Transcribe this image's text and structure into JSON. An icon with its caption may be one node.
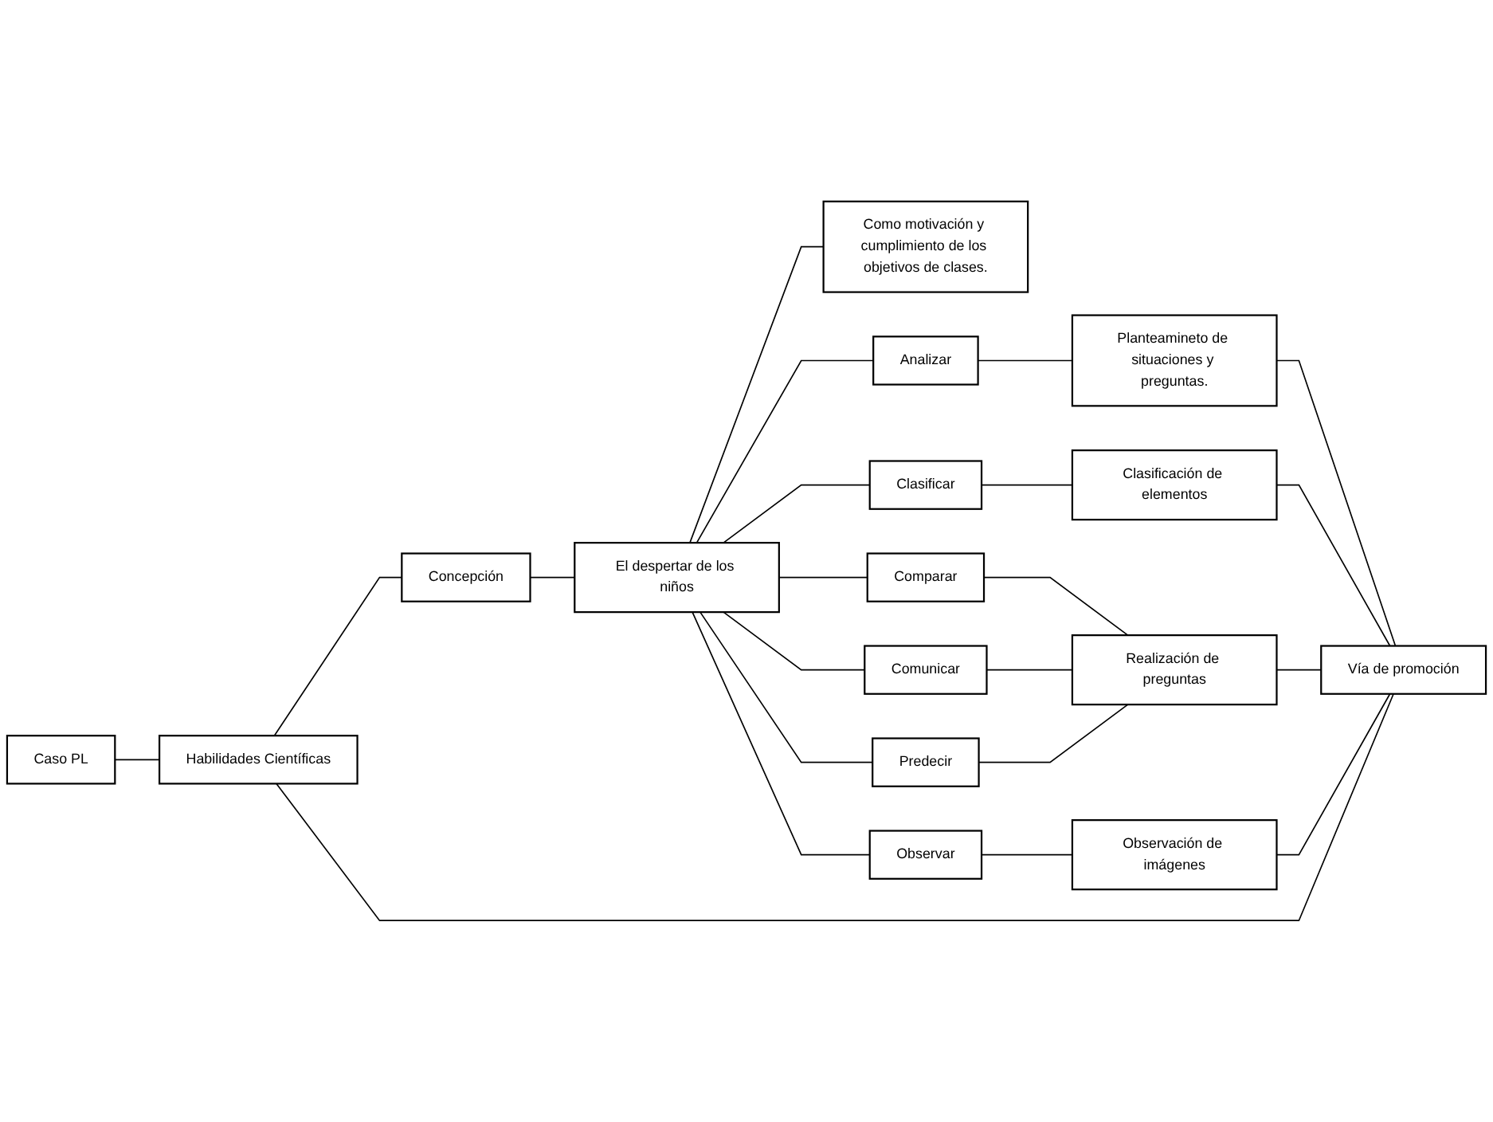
{
  "diagram": {
    "nodes": [
      {
        "text": [
          "Caso PL"
        ]
      },
      {
        "text": [
          "Habilidades Científicas"
        ]
      },
      {
        "text": [
          "Concepción"
        ]
      },
      {
        "text": [
          "Vía de promoción"
        ]
      },
      {
        "text": [
          "El despertar de los niños"
        ]
      },
      {
        "text": [
          "Como motivación y cumplimiento de los objetivos de clases."
        ]
      },
      {
        "text": [
          "Analizar"
        ]
      },
      {
        "text": [
          "Clasificar"
        ]
      },
      {
        "text": [
          "Comparar"
        ]
      },
      {
        "text": [
          "Comunicar"
        ]
      },
      {
        "text": [
          "Predecir"
        ]
      },
      {
        "text": [
          "Observar"
        ]
      },
      {
        "text": [
          "Planteamineto de situaciones y preguntas."
        ]
      },
      {
        "text": [
          "Clasificación de elementos"
        ]
      },
      {
        "text": [
          "Realización de preguntas"
        ]
      },
      {
        "text": [
          "Observación de imágenes"
        ]
      }
    ],
    "edges": [
      {
        "from": 0,
        "to": 1,
        "arrow": "none"
      },
      {
        "from": 1,
        "to": 2,
        "arrow": "none"
      },
      {
        "from": 1,
        "to": 3,
        "arrow": "none"
      },
      {
        "from": 2,
        "to": 4,
        "arrow": "none"
      },
      {
        "from": 4,
        "to": 5,
        "arrow": "none"
      },
      {
        "from": 4,
        "to": 6,
        "arrow": "none"
      },
      {
        "from": 4,
        "to": 7,
        "arrow": "none"
      },
      {
        "from": 4,
        "to": 8,
        "arrow": "none"
      },
      {
        "from": 4,
        "to": 9,
        "arrow": "none"
      },
      {
        "from": 4,
        "to": 10,
        "arrow": "none"
      },
      {
        "from": 4,
        "to": 11,
        "arrow": "none"
      },
      {
        "from": 6,
        "to": 12,
        "arrow": "none"
      },
      {
        "from": 7,
        "to": 13,
        "arrow": "none"
      },
      {
        "from": 8,
        "to": 14,
        "arrow": "none"
      },
      {
        "from": 9,
        "to": 14,
        "arrow": "none"
      },
      {
        "from": 10,
        "to": 14,
        "arrow": "none"
      },
      {
        "from": 11,
        "to": 15,
        "arrow": "none"
      },
      {
        "from": 3,
        "to": 12,
        "arrow": "none"
      },
      {
        "from": 3,
        "to": 13,
        "arrow": "none"
      },
      {
        "from": 3,
        "to": 14,
        "arrow": "none"
      },
      {
        "from": 3,
        "to": 15,
        "arrow": "none"
      }
    ]
  }
}
